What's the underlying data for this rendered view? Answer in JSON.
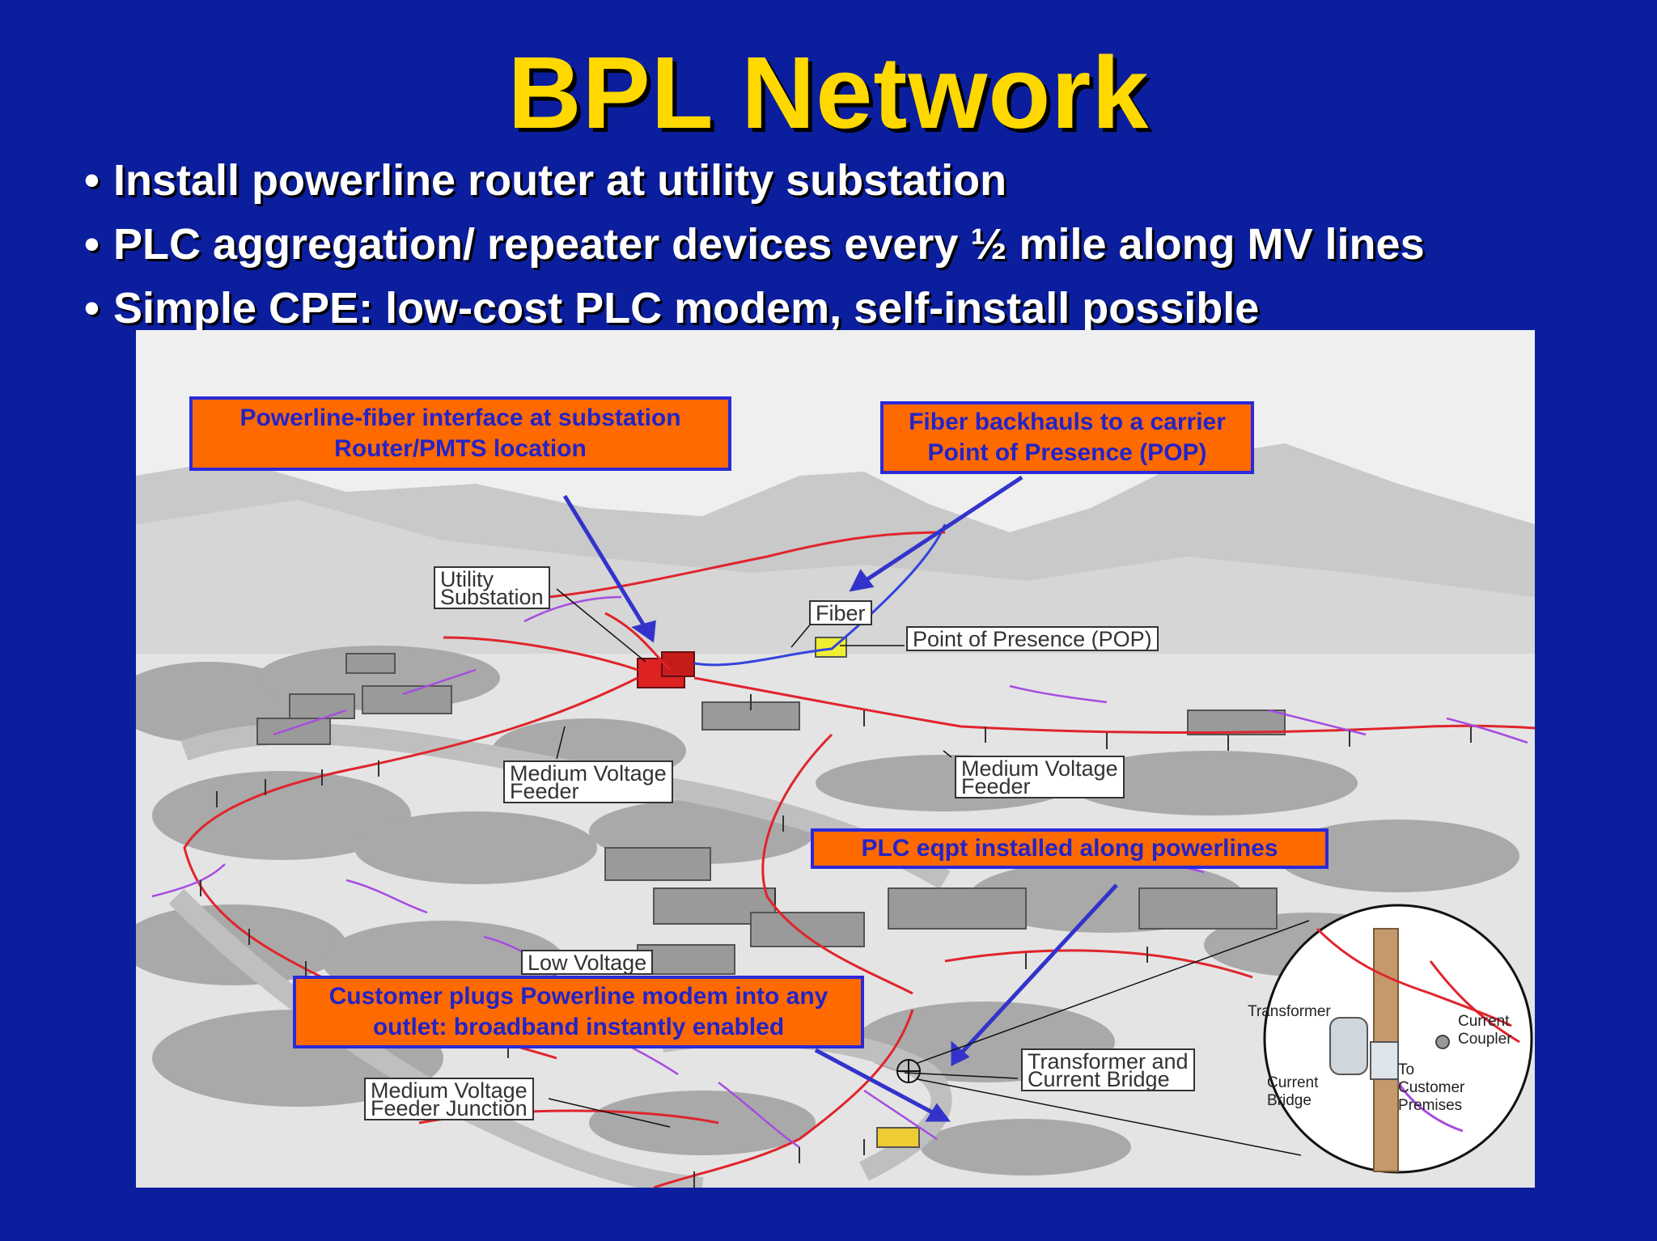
{
  "slide": {
    "title": "BPL Network",
    "bullets": [
      "Install powerline router at utility substation",
      "PLC aggregation/ repeater devices every ½ mile along MV lines",
      "Simple CPE: low-cost PLC modem, self-install possible"
    ]
  },
  "diagram": {
    "callouts": {
      "substation": "Powerline-fiber interface at substation Router/PMTS location",
      "backhaul": "Fiber backhauls to a carrier Point of Presence (POP)",
      "plc_eqpt": "PLC eqpt installed along powerlines",
      "customer": "Customer plugs Powerline modem into any outlet: broadband instantly enabled"
    },
    "labels": {
      "utility_substation_1": "Utility",
      "utility_substation_2": "Substation",
      "fiber": "Fiber",
      "pop": "Point of Presence (POP)",
      "mv_feeder_left_1": "Medium Voltage",
      "mv_feeder_left_2": "Feeder",
      "mv_feeder_right_1": "Medium Voltage",
      "mv_feeder_right_2": "Feeder",
      "low_voltage": "Low Voltage",
      "transformer_bridge_1": "Transformer and",
      "transformer_bridge_2": "Current Bridge",
      "mv_junction_1": "Medium Voltage",
      "mv_junction_2": "Feeder Junction"
    },
    "inset": {
      "transformer": "Transformer",
      "current_coupler_1": "Current",
      "current_coupler_2": "Coupler",
      "current_bridge_1": "Current",
      "current_bridge_2": "Bridge",
      "to_customer_1": "To",
      "to_customer_2": "Customer",
      "to_customer_3": "Premises"
    },
    "colors": {
      "background": "#0b1e9d",
      "title": "#ffd800",
      "callout_fill": "#ff6a00",
      "callout_text": "#2323c8",
      "arrow": "#3333cc",
      "mv_line": "#e0242c",
      "lv_line": "#a64de0",
      "fiber_line": "#3344dd",
      "substation": "#dd2222",
      "pop_box": "#eeee33"
    }
  }
}
